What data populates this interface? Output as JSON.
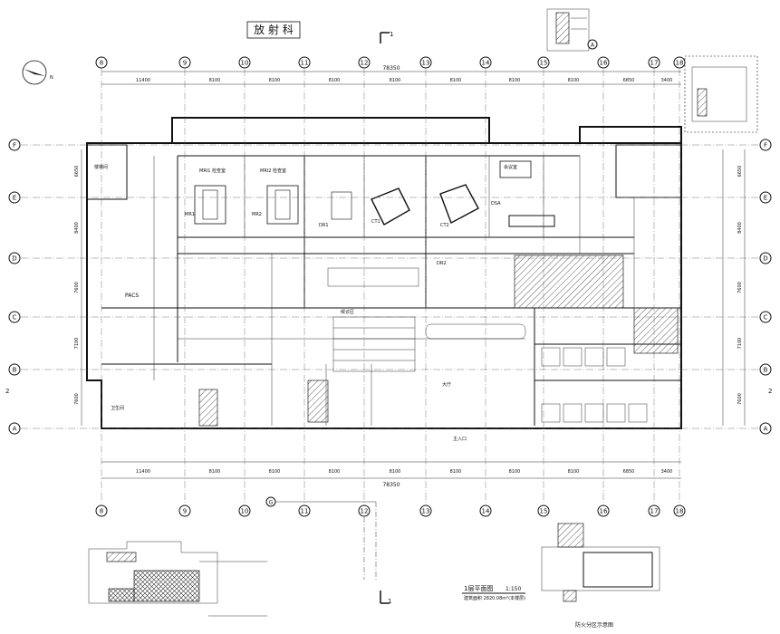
{
  "title": "放 射 科",
  "drawing_title": "1层平面图",
  "scale": "1:150",
  "drawing_note": "建筑面积 2820.08m²(本楼层)",
  "section_marker": "1",
  "section_marker_top_letter": "A",
  "north_label": "N",
  "fire_legend_title": "防火分区示意图",
  "grid_columns": [
    "8",
    "9",
    "10",
    "11",
    "12",
    "13",
    "14",
    "15",
    "16",
    "17",
    "18"
  ],
  "grid_rows": [
    "F",
    "E",
    "D",
    "C",
    "B",
    "A"
  ],
  "extra_grid": "G",
  "top_dims": [
    "11400",
    "8100",
    "8100",
    "8100",
    "8100",
    "8100",
    "8100",
    "8100",
    "6850",
    "3400"
  ],
  "total_dim": "78350",
  "bottom_dims": [
    "11400",
    "8100",
    "8100",
    "8100",
    "8100",
    "8100",
    "8100",
    "8100",
    "6850",
    "3400"
  ],
  "left_dims": [
    "6650",
    "8400",
    "7600",
    "7100",
    "7600"
  ],
  "right_dims": [
    "6650",
    "8400",
    "7600",
    "7100",
    "7600"
  ],
  "side_marker": "2",
  "rooms": {
    "mri1": "MRI1 检查室",
    "mri2": "MRI2 检查室",
    "mr1": "MR1",
    "mr2": "MR2",
    "dr1": "DR1",
    "ct1": "CT1",
    "ct2": "CT2",
    "dsa": "DSA",
    "dr2": "DR2",
    "pacs": "PACS",
    "lobby": "大厅",
    "entrance": "主入口",
    "meeting": "会议室",
    "waiting": "候诊区",
    "stair1": "楼梯间",
    "toilet": "卫生间"
  }
}
